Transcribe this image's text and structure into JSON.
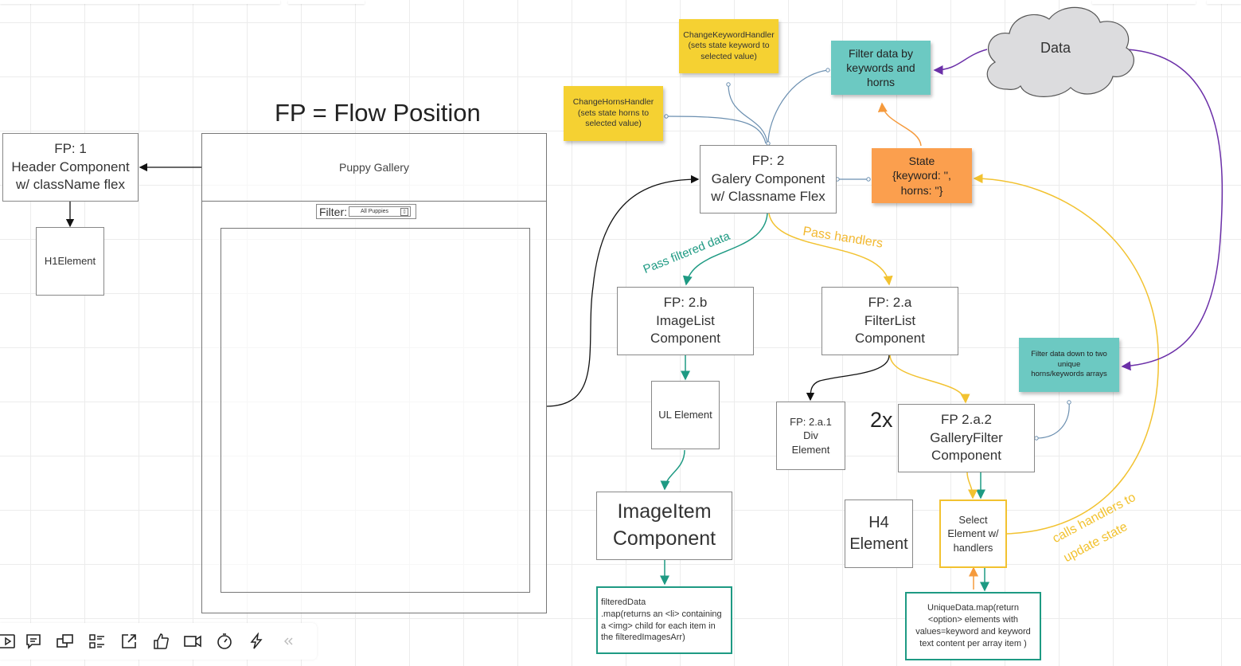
{
  "title": "FP = Flow Position",
  "mockup": {
    "header_text": "Puppy Gallery",
    "filter_label": "Filter:",
    "filter_value": "All Puppies"
  },
  "nodes": {
    "fp1": "FP: 1\nHeader Component\nw/ className flex",
    "h1": "H1Element",
    "fp2": "FP: 2\nGalery Component\nw/ Classname Flex",
    "fp2b": "FP: 2.b\nImageList\nComponent",
    "ul": "UL Element",
    "imageitem": "ImageItem\nComponent",
    "fp2a": "FP: 2.a\nFilterList\nComponent",
    "fp2a1": "FP: 2.a.1\nDiv\nElement",
    "fp2a2": "FP 2.a.2\nGalleryFilter\nComponent",
    "h4": "H4\nElement",
    "select": "Select\nElement w/\nhandlers",
    "two_x": "2x",
    "data": "Data"
  },
  "notes": {
    "keyword_handler": "ChangeKeywordHandler\n(sets state keyword to\nselected value)",
    "horns_handler": "ChangeHornsHandler\n(sets state horns to\nselected value)",
    "filter_keywords": "Filter data by\nkeywords and\nhorns",
    "state": "State\n{keyword: '',\nhorns: ''}",
    "filter_unique": "Filter data down to two\nunique\nhorns/keywords arrays",
    "filtered_data": "filteredData\n.map(returns an <li> containing\na <img> child for each item in\nthe filteredImagesArr)",
    "unique_data": "UniqueData.map(return\n<option> elements with\nvalues=keyword and keyword\ntext content per array item )"
  },
  "edge_labels": {
    "pass_filtered": "Pass filtered data",
    "pass_handlers": "Pass handlers",
    "calls_handlers_1": "calls handlers to",
    "calls_handlers_2": "update state"
  },
  "colors": {
    "yellow_note": "#f5d132",
    "teal_note": "#6cc9c2",
    "orange_note": "#fb9f4e",
    "teal_line": "#1e9a83",
    "yellow_line": "#f2c230",
    "purple_line": "#6b2fa8",
    "orange_line": "#f59a3c",
    "blue_line": "#6b8fb0"
  },
  "toolbar": {
    "icons": [
      "present-icon",
      "comment-icon",
      "video-call-icon",
      "list-icon",
      "share-icon",
      "like-icon",
      "camera-icon",
      "timer-icon",
      "lightning-icon",
      "collapse-icon"
    ]
  }
}
